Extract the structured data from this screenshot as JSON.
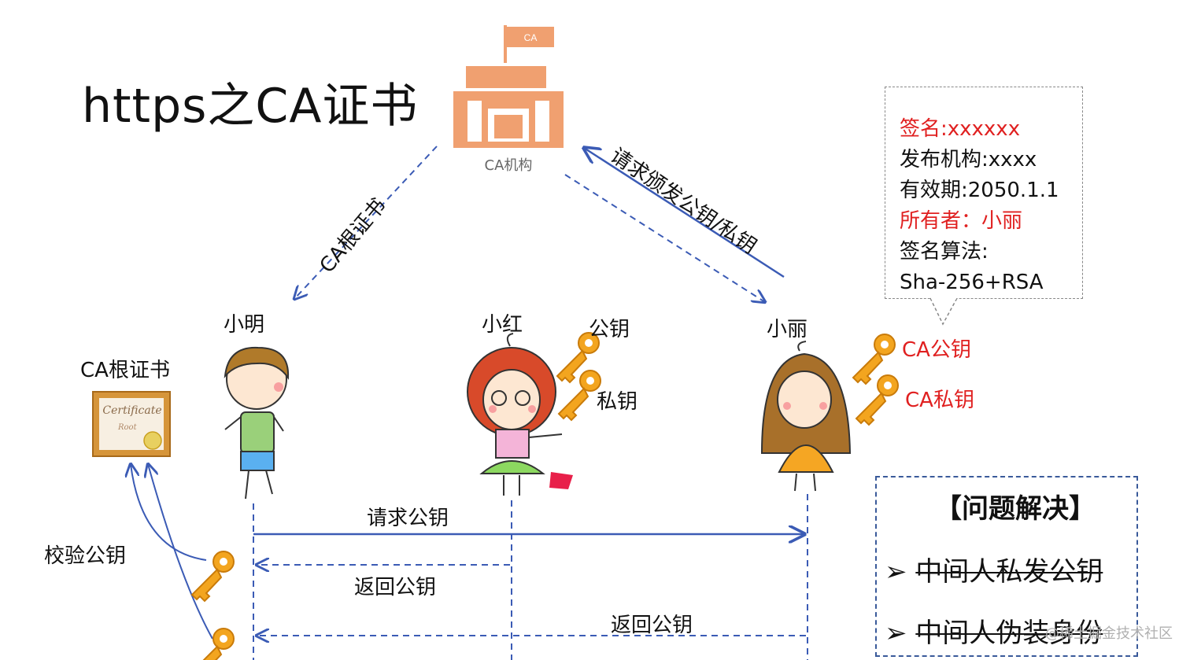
{
  "title": "https之CA证书",
  "ca_authority": {
    "label": "CA机构",
    "flag_text": "CA"
  },
  "arrows": {
    "ca_root_cert": "CA根证书",
    "request_keys": "请求颁发公钥/私钥",
    "request_public_key": "请求公钥",
    "return_public_key_1": "返回公钥",
    "return_public_key_2": "返回公钥",
    "verify_public_key": "校验公钥"
  },
  "persons": {
    "xiaoming": "小明",
    "xiaohong": "小红",
    "xiaoli": "小丽"
  },
  "xiaohong_keys": {
    "public": "公钥",
    "private": "私钥"
  },
  "xiaoli_keys": {
    "public": "CA公钥",
    "private": "CA私钥"
  },
  "root_cert": {
    "label": "CA根证书",
    "cert_text": "Certificate",
    "cert_sub": "Root"
  },
  "certificate": {
    "signature": "签名:xxxxxx",
    "issuer": "发布机构:xxxx",
    "validity": "有效期:2050.1.1",
    "owner": "所有者：小丽",
    "algorithm_label": "签名算法:",
    "algorithm": "Sha-256+RSA"
  },
  "solution": {
    "title": "【问题解决】",
    "items": [
      "中间人私发公钥",
      "中间人伪装身份"
    ],
    "bullet": "➢"
  },
  "watermark": "@稀土掘金技术社区",
  "colors": {
    "arrow_blue": "#3b5bb5",
    "key_gold": "#f0a020",
    "ca_orange": "#f0a070",
    "red_text": "#e02020"
  }
}
